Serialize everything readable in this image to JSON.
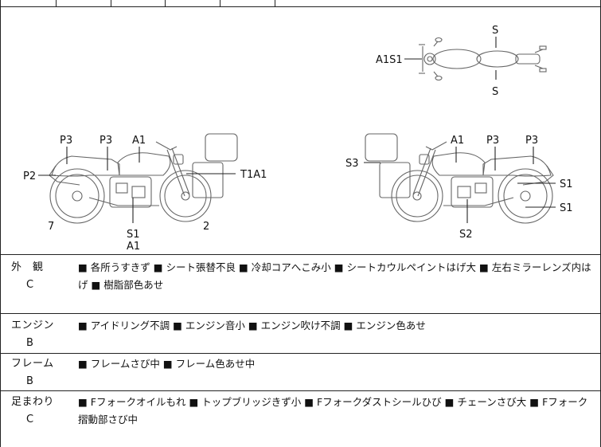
{
  "diagram": {
    "top_view": {
      "left_label": "A1S1",
      "top_label": "S",
      "bottom_label": "S"
    },
    "left_side": {
      "labels": [
        "P3",
        "P3",
        "A1",
        "P2",
        "T1A1",
        "7",
        "S1",
        "A1",
        "2"
      ]
    },
    "right_side": {
      "labels": [
        "A1",
        "P3",
        "P3",
        "S3",
        "S1",
        "S1",
        "S2"
      ]
    }
  },
  "sections": [
    {
      "category": "外　観",
      "grade": "C",
      "text": "■ 各所うすきず ■ シート張替不良 ■ 冷却コアへこみ小 ■ シートカウルペイントはげ大 ■ 左右ミラーレンズ内はげ ■ 樹脂部色あせ"
    },
    {
      "category": "エンジン",
      "grade": "B",
      "text": "■ アイドリング不調 ■ エンジン音小 ■ エンジン吹け不調 ■ エンジン色あせ"
    },
    {
      "category": "フレーム",
      "grade": "B",
      "text": "■ フレームさび中 ■ フレーム色あせ中"
    },
    {
      "category": "足まわり",
      "grade": "C",
      "text": "■ Fフォークオイルもれ ■ トップブリッジきず小 ■ Fフォークダストシールひび ■ チェーンさび大 ■ Fフォーク摺動部さび中"
    }
  ]
}
